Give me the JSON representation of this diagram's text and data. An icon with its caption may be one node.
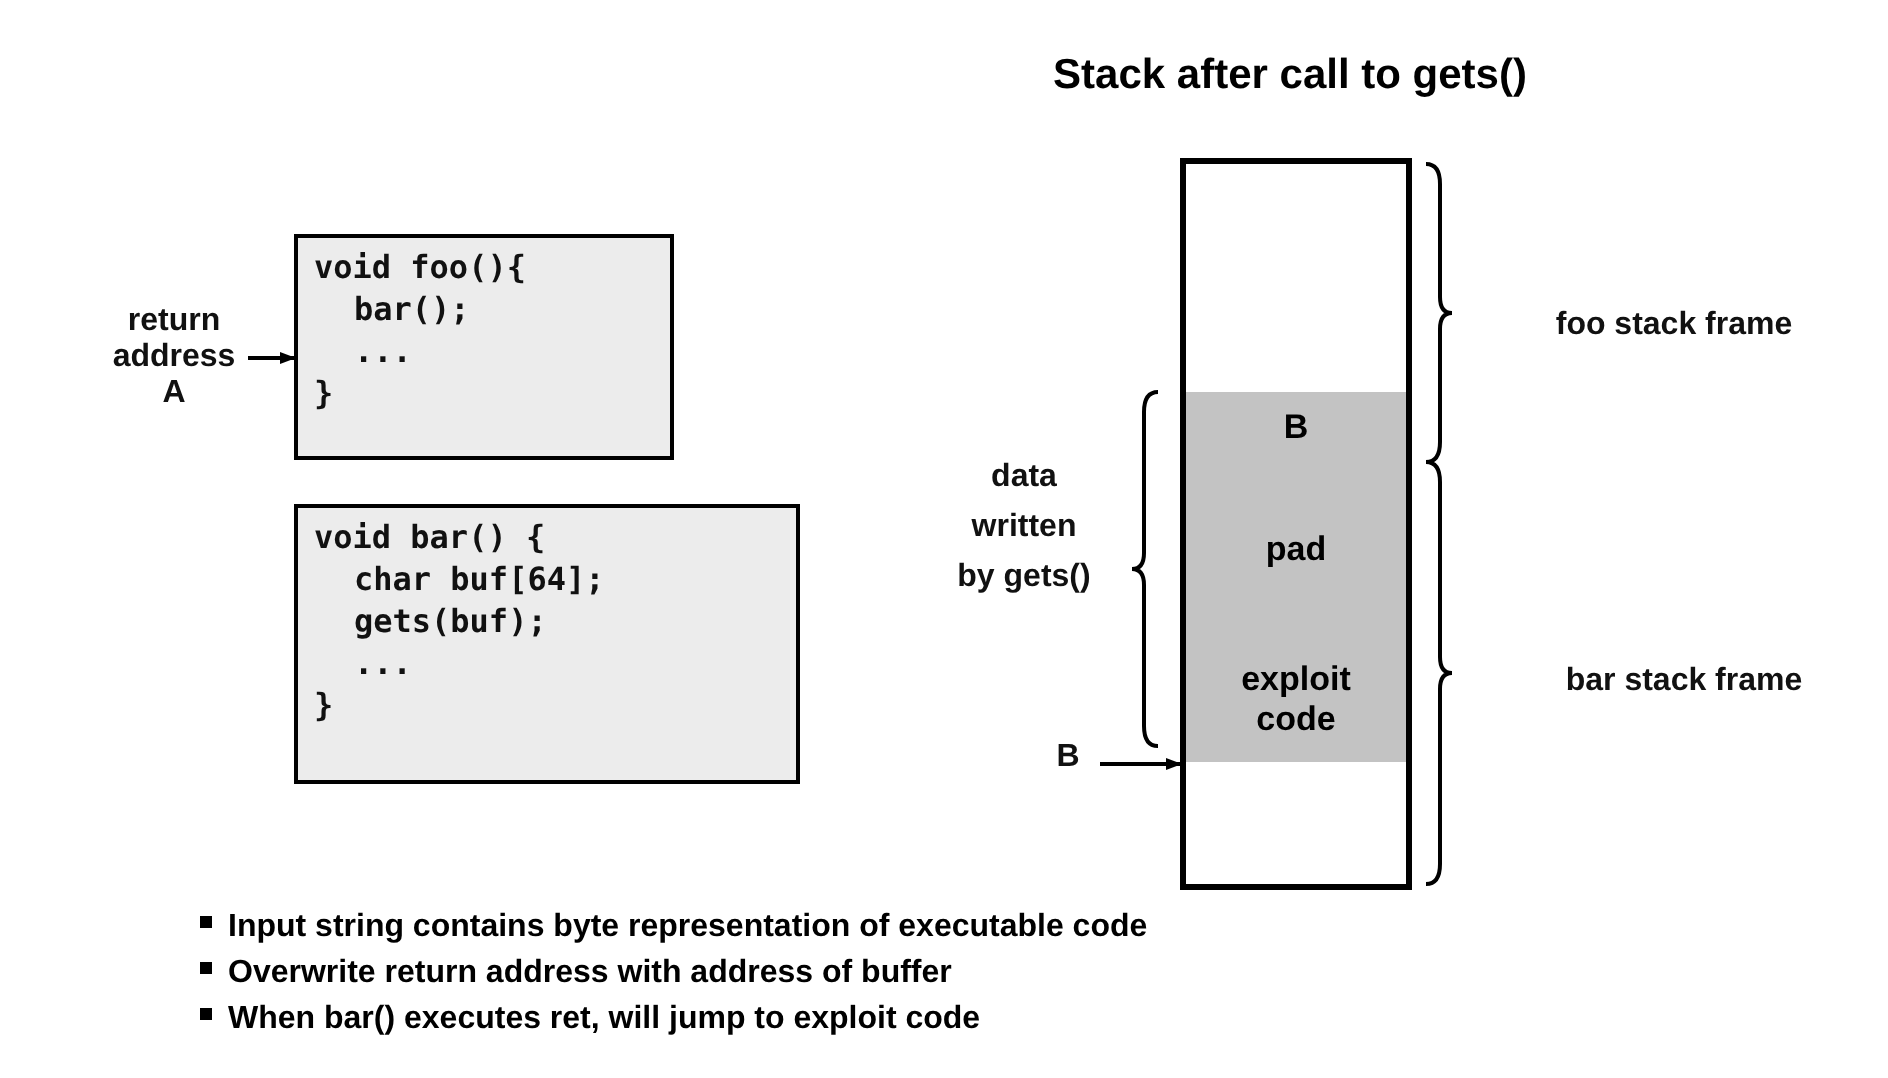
{
  "diagram": {
    "nodes": [
      {
        "text": [
          "return address A"
        ]
      },
      {
        "text": [
          "void foo(){",
          "bar();",
          "...",
          "}"
        ]
      },
      {
        "text": [
          "void bar() {",
          "char buf[64];",
          "gets(buf);",
          "...",
          "}"
        ]
      },
      {
        "text": [
          "Stack after call to gets()"
        ]
      },
      {
        "text": [],
        "shape": "box",
        "in": 3
      },
      {
        "text": [
          "B"
        ],
        "in": 3
      },
      {
        "text": [
          "pad"
        ],
        "in": 3
      },
      {
        "text": [
          "exploit code"
        ],
        "in": 3
      },
      {
        "text": [],
        "shape": "box",
        "in": 3
      },
      {
        "text": [
          "B"
        ]
      }
    ],
    "edges": [
      {
        "from": 0,
        "to": 1,
        "arrow": "to"
      },
      {
        "from": 9,
        "to": 7,
        "arrow": "to"
      }
    ],
    "labels": [
      "foo stack frame",
      "data written by gets()",
      "bar stack frame",
      "Input string contains byte representation of executable code",
      "Overwrite return address with address of buffer",
      "When bar() executes ret, will jump to exploit code"
    ]
  }
}
